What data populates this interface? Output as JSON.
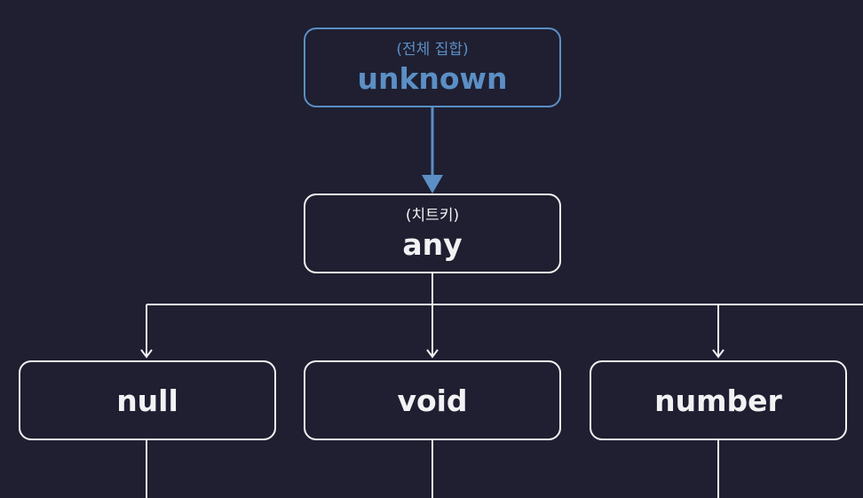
{
  "colors": {
    "background": "#1f1f31",
    "node_border": "#f2f2f4",
    "accent": "#5b8fc5"
  },
  "nodes": {
    "unknown": {
      "subtitle": "(전체 집합)",
      "label": "unknown"
    },
    "any": {
      "subtitle": "(치트키)",
      "label": "any"
    },
    "null": {
      "label": "null"
    },
    "void": {
      "label": "void"
    },
    "number": {
      "label": "number"
    }
  }
}
